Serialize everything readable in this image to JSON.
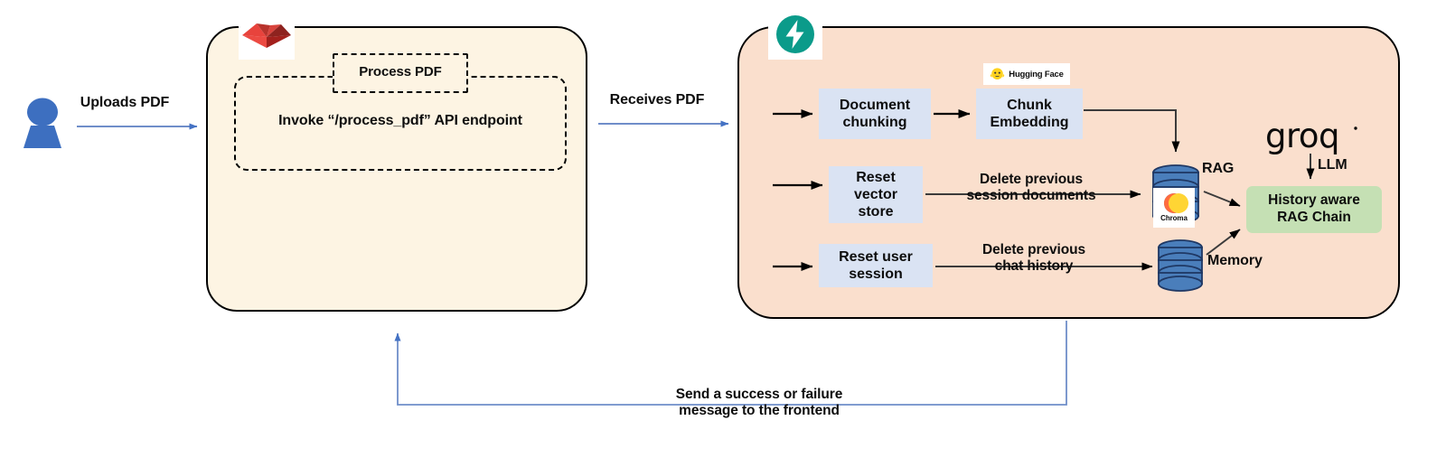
{
  "diagram": {
    "title": "PDF processing RAG pipeline architecture",
    "colors": {
      "frontend_fill": "#fdf4e3",
      "backend_fill": "#fadfcd",
      "step_fill": "#dae3f3",
      "chain_fill": "#c5e0b4",
      "user_blue": "#3d6fc0",
      "blue_arrow": "#4472c4",
      "black_arrow": "#000000",
      "fastapi_teal": "#009688",
      "streamlit_red": "#e8403a"
    }
  },
  "actor": {
    "name": "user-actor",
    "icon": "person-icon"
  },
  "flows": {
    "uploads_pdf": "Uploads PDF",
    "receives_pdf": "Receives PDF",
    "delete_session_documents": "Delete previous\nsession documents",
    "delete_chat_history": "Delete previous\nchat history",
    "return_message": "Send a success or failure\nmessage to the frontend",
    "rag": "RAG",
    "memory": "Memory",
    "llm": "LLM"
  },
  "frontend": {
    "logo": "streamlit-logo",
    "process_pdf_tab": "Process PDF",
    "invoke_endpoint": "Invoke “/process_pdf” API endpoint"
  },
  "backend": {
    "logo": "fastapi-logo",
    "steps": [
      {
        "id": "document-chunking",
        "label": "Document\nchunking"
      },
      {
        "id": "chunk-embedding",
        "label": "Chunk\nEmbedding"
      },
      {
        "id": "reset-vector-store",
        "label": "Reset\nvector\nstore"
      },
      {
        "id": "reset-user-session",
        "label": "Reset user\nsession"
      }
    ],
    "badges": {
      "hugging_face": "Hugging Face",
      "chroma": "Chroma",
      "groq": "groq"
    },
    "stores": [
      {
        "id": "chroma-vector-store",
        "label": "Chroma"
      },
      {
        "id": "memory-store",
        "label": "Memory"
      }
    ],
    "chain": {
      "id": "history-aware-rag-chain",
      "label": "History aware\nRAG Chain"
    }
  }
}
